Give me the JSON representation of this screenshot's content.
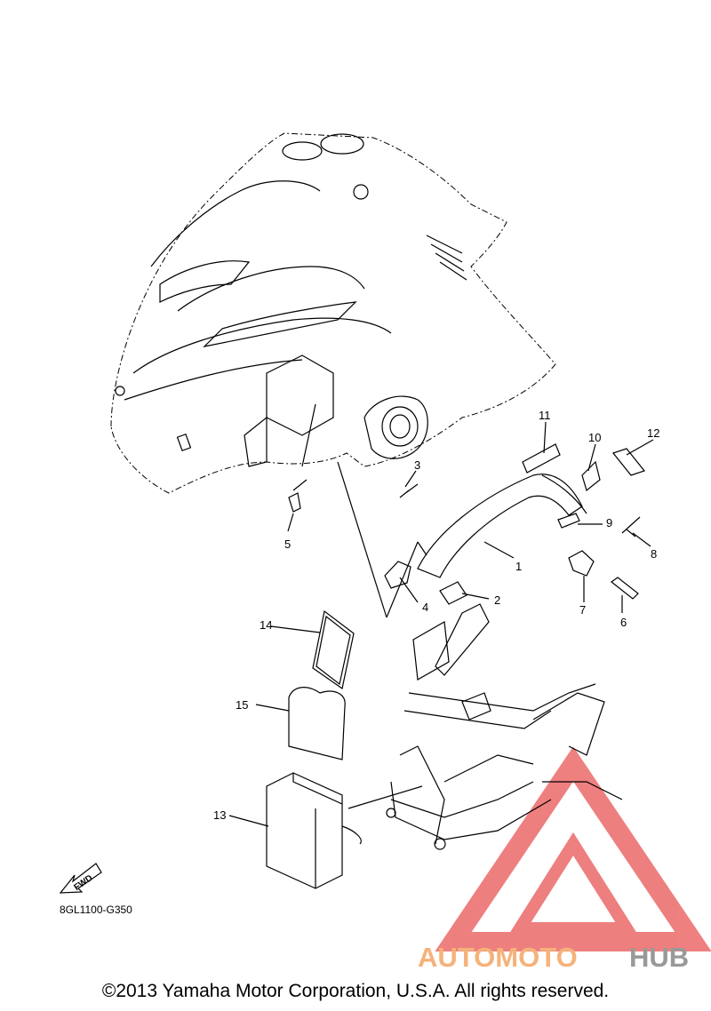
{
  "callouts": [
    {
      "id": "1",
      "label": "1"
    },
    {
      "id": "2",
      "label": "2"
    },
    {
      "id": "3",
      "label": "3"
    },
    {
      "id": "4",
      "label": "4"
    },
    {
      "id": "5",
      "label": "5"
    },
    {
      "id": "6",
      "label": "6"
    },
    {
      "id": "7",
      "label": "7"
    },
    {
      "id": "8",
      "label": "8"
    },
    {
      "id": "9",
      "label": "9"
    },
    {
      "id": "10",
      "label": "10"
    },
    {
      "id": "11",
      "label": "11"
    },
    {
      "id": "12",
      "label": "12"
    },
    {
      "id": "13",
      "label": "13"
    },
    {
      "id": "14",
      "label": "14"
    },
    {
      "id": "15",
      "label": "15"
    }
  ],
  "fwd_label": "FWD",
  "diagram_code": "8GL1100-G350",
  "watermark": {
    "part1": "AUTOMOTO",
    "part2": "HUB",
    "color1": "#f5b27a",
    "color2": "#999999",
    "triangle_color": "#e84a4a"
  },
  "copyright": "©2013 Yamaha Motor Corporation, U.S.A. All rights reserved."
}
